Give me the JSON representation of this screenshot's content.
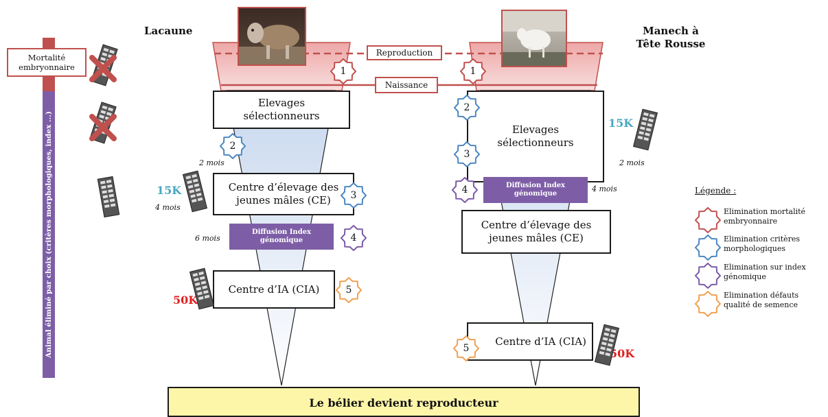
{
  "title_left": "Lacaune",
  "title_right_line1": "Manech à",
  "title_right_line2": "Tête Rousse",
  "reproduction": "Reproduction",
  "naissance": "Naissance",
  "mortalite_line1": "Mortalité",
  "mortalite_line2": "embryonnaire",
  "vertical_bar": "Animal éliminé par choix (critères morphologiques, index ...)",
  "bottom_banner": "Le bélier devient reproducteur",
  "left": {
    "elevages_line1": "Elevages",
    "elevages_line2": "sélectionneurs",
    "ce_line1": "Centre d’élevage des",
    "ce_line2": "jeunes mâles (CE)",
    "diffusion_line1": "Diffusion Index",
    "diffusion_line2": "génomique",
    "cia": "Centre d’IA (CIA)",
    "age_2": "2 mois",
    "age_4": "4 mois",
    "age_6": "6 mois",
    "chip_15k": "15K",
    "chip_50k": "50K"
  },
  "right": {
    "elevages_line1": "Elevages",
    "elevages_line2": "sélectionneurs",
    "ce_line1": "Centre d’élevage des",
    "ce_line2": "jeunes mâles (CE)",
    "diffusion_line1": "Diffusion Index",
    "diffusion_line2": "génomique",
    "cia": "Centre d’IA (CIA)",
    "age_2": "2 mois",
    "age_4": "4 mois",
    "chip_15k": "15K",
    "chip_50k": "50K"
  },
  "stars": {
    "n1": "1",
    "n2": "2",
    "n3": "3",
    "n4": "4",
    "n5": "5"
  },
  "legend": {
    "title": "Légende :",
    "items": [
      {
        "line1": "Elimination mortalité",
        "line2": "embryonnaire",
        "color": "#c0504d"
      },
      {
        "line1": "Elimination critères",
        "line2": "morphologiques",
        "color": "#4a86c0"
      },
      {
        "line1": "Elimination sur index",
        "line2": "génomique",
        "color": "#7a5aa8"
      },
      {
        "line1": "Elimination défauts",
        "line2": "qualité de semence",
        "color": "#f0a050"
      }
    ]
  },
  "colors": {
    "red_star": "#c0504d",
    "blue_star": "#4a86c0",
    "purple_star": "#7a5aa8",
    "orange_star": "#f0a050",
    "funnel_pink": "#f2c7c7",
    "funnel_blue": "#c7d7ee",
    "purple_box": "#7d5ea6",
    "banner_yellow": "#fdf6a8",
    "teal_15k": "#4aa6c0",
    "red_50k": "#e02020"
  },
  "icons": [
    "sheep-photo-lacaune",
    "sheep-photo-manech",
    "snp-chip-icon",
    "red-cross-icon",
    "star-icon"
  ]
}
